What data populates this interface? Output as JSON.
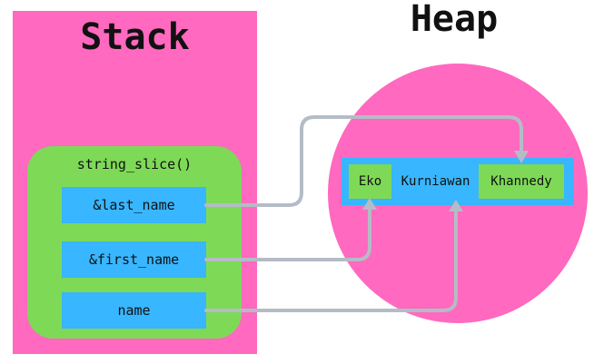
{
  "stack": {
    "title": "Stack"
  },
  "heap": {
    "title": "Heap"
  },
  "frame": {
    "label": "string_slice()"
  },
  "variables": [
    {
      "label": "&last_name"
    },
    {
      "label": "&first_name"
    },
    {
      "label": "name"
    }
  ],
  "heap_string": [
    {
      "text": "Eko"
    },
    {
      "text": "Kurniawan"
    },
    {
      "text": "Khannedy"
    }
  ],
  "colors": {
    "pink": "#ff69bf",
    "green": "#7ed957",
    "blue": "#38b6ff",
    "arrow": "#b4bcc6"
  }
}
